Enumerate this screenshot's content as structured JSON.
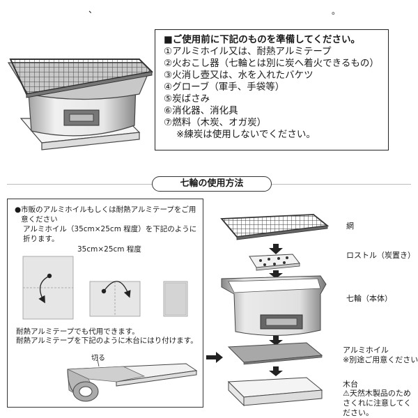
{
  "top_marks": {
    "left": "、",
    "right": "。"
  },
  "prep": {
    "title": "■ご使用前に下記のものを準備してください。",
    "items": [
      "①アルミホイル又は、耐熱アルミテープ",
      "②火おこし器（七輪とは別に炭へ着火できるもの）",
      "③火消し壺又は、水を入れたバケツ",
      "④グローブ（軍手、手袋等）",
      "⑤炭ばさみ",
      "⑥消化器、消化具",
      "⑦燃料（木炭、オガ炭）"
    ],
    "note": "※練炭は使用しないでください。"
  },
  "section_title": "七輪の使用方法",
  "instructions": {
    "bullet": "●",
    "intro": "市販のアルミホイルもしくは耐熱アルミテープをご用意ください",
    "size_text": "アルミホイル（35cm×25cm 程度）を下記のように折ります。",
    "size_label": "35cm×25cm 程度",
    "tape_line1": "耐熱アルミテープでも代用できます。",
    "tape_line2": "耐熱アルミテープを下記のように木台にはり付けます。",
    "cut_label": "切る"
  },
  "parts": {
    "net": "網",
    "rostle": "ロストル（炭置き）",
    "body": "七輪（本体）",
    "foil": "アルミホイル",
    "foil_note": "※別途ご用意ください",
    "base": "木台",
    "base_caution": "⚠天然木製品のためさくれに注意してください。"
  },
  "colors": {
    "grill_dark": "#555555",
    "body_gray": "#8a8a8a",
    "foil_gray": "#a8a8a8",
    "light_gray": "#e6e6e6"
  }
}
